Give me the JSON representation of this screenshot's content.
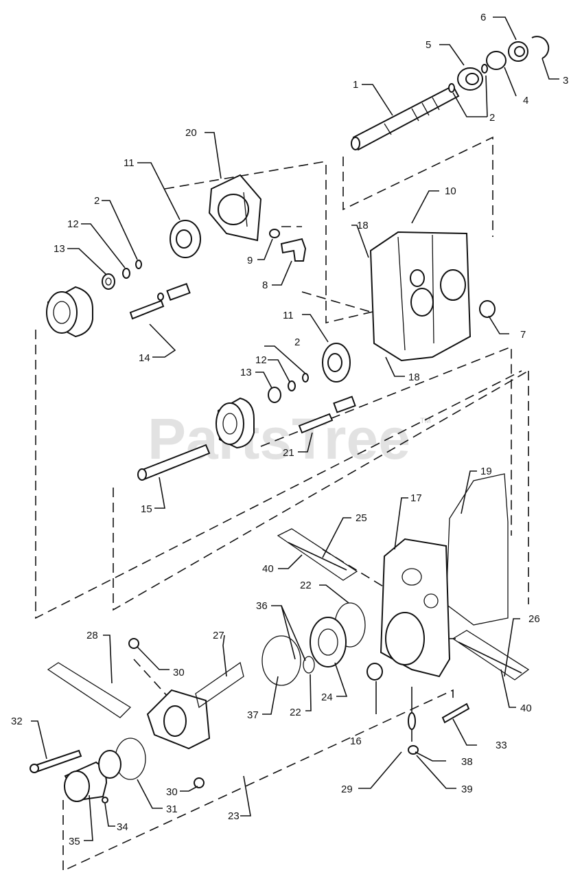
{
  "watermark": {
    "text": "PartsTree",
    "trademark": "TM"
  },
  "callouts": [
    {
      "label": "1"
    },
    {
      "label": "2"
    },
    {
      "label": "2"
    },
    {
      "label": "2"
    },
    {
      "label": "3"
    },
    {
      "label": "4"
    },
    {
      "label": "5"
    },
    {
      "label": "6"
    },
    {
      "label": "7"
    },
    {
      "label": "8"
    },
    {
      "label": "9"
    },
    {
      "label": "10"
    },
    {
      "label": "11"
    },
    {
      "label": "11"
    },
    {
      "label": "12"
    },
    {
      "label": "12"
    },
    {
      "label": "13"
    },
    {
      "label": "13"
    },
    {
      "label": "14"
    },
    {
      "label": "15"
    },
    {
      "label": "16"
    },
    {
      "label": "17"
    },
    {
      "label": "18"
    },
    {
      "label": "18"
    },
    {
      "label": "19"
    },
    {
      "label": "20"
    },
    {
      "label": "21"
    },
    {
      "label": "22"
    },
    {
      "label": "22"
    },
    {
      "label": "23"
    },
    {
      "label": "24"
    },
    {
      "label": "25"
    },
    {
      "label": "26"
    },
    {
      "label": "27"
    },
    {
      "label": "28"
    },
    {
      "label": "29"
    },
    {
      "label": "30"
    },
    {
      "label": "30"
    },
    {
      "label": "31"
    },
    {
      "label": "32"
    },
    {
      "label": "33"
    },
    {
      "label": "34"
    },
    {
      "label": "35"
    },
    {
      "label": "36"
    },
    {
      "label": "37"
    },
    {
      "label": "38"
    },
    {
      "label": "39"
    },
    {
      "label": "40"
    },
    {
      "label": "40"
    }
  ]
}
